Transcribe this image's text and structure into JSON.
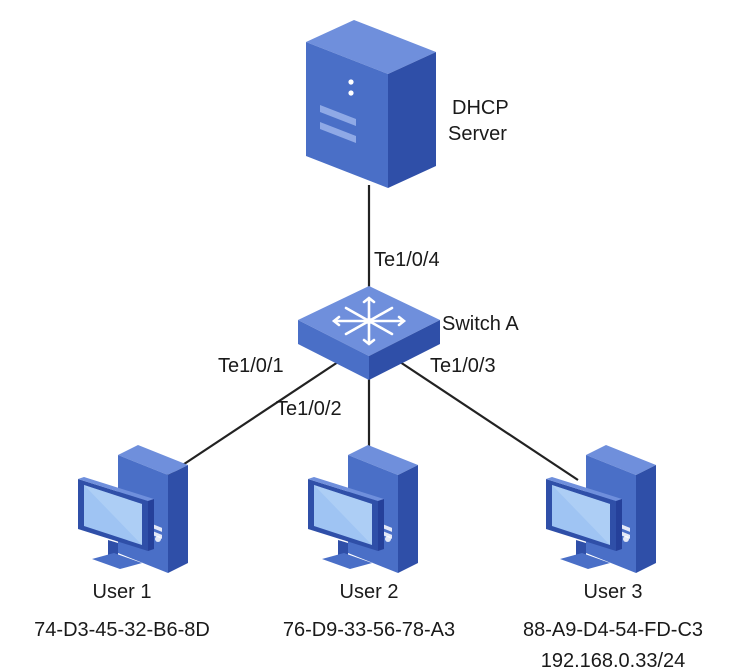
{
  "server": {
    "line1": "DHCP",
    "line2": "Server"
  },
  "switch": {
    "label": "Switch A"
  },
  "ports": {
    "p4": "Te1/0/4",
    "p1": "Te1/0/1",
    "p2": "Te1/0/2",
    "p3": "Te1/0/3"
  },
  "users": [
    {
      "name": "User 1",
      "mac": "74-D3-45-32-B6-8D"
    },
    {
      "name": "User 2",
      "mac": "76-D9-33-56-78-A3"
    },
    {
      "name": "User 3",
      "mac": "88-A9-D4-54-FD-C3",
      "ip": "192.168.0.33/24"
    }
  ],
  "colors": {
    "device_front": "#4a6fc7",
    "device_side": "#2f4fa8",
    "device_top": "#6f8fdc",
    "screen": "#9fc4f3"
  }
}
